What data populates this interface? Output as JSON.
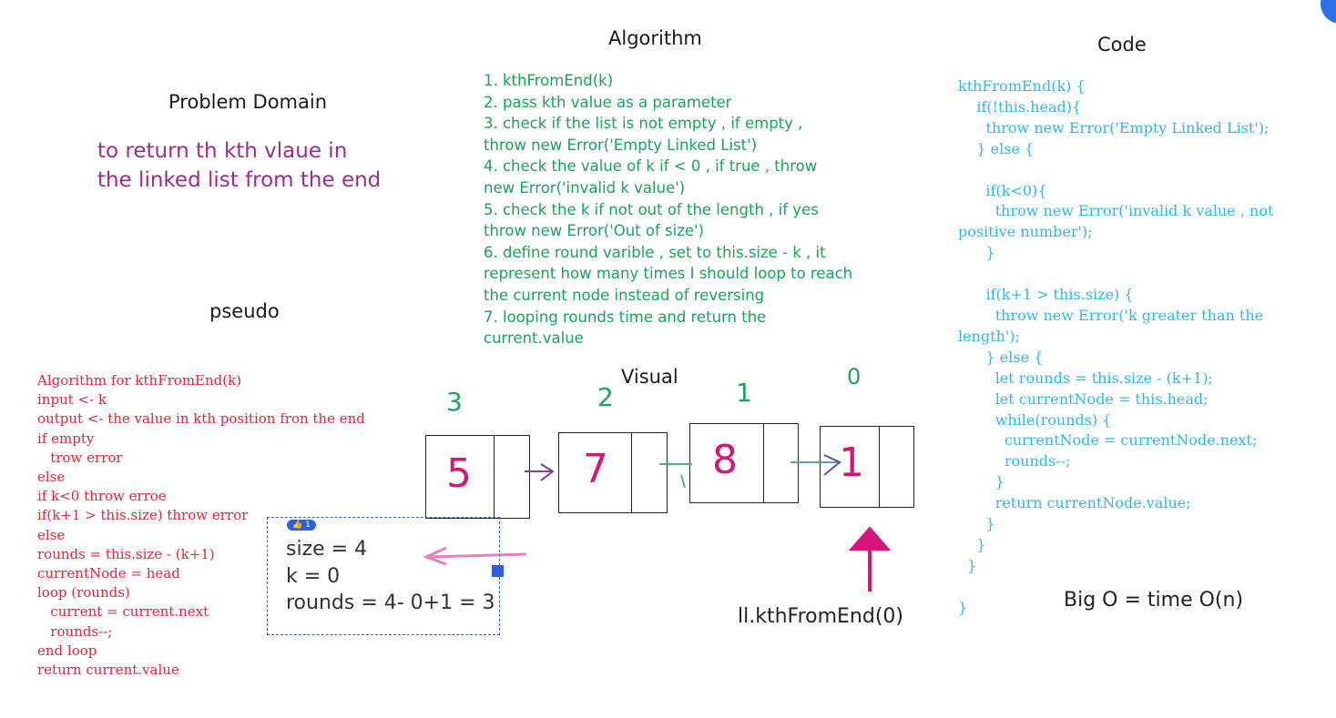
{
  "headings": {
    "algorithm": "Algorithm",
    "code": "Code",
    "problem_domain": "Problem Domain",
    "pseudo": "pseudo",
    "visual": "Visual"
  },
  "problem": {
    "lines": [
      "to return th kth vlaue in",
      "the linked list from the end"
    ]
  },
  "algorithm": {
    "lines": [
      "1. kthFromEnd(k)",
      "2. pass kth value as a parameter",
      "3. check if the list is not empty , if empty ,",
      "throw new Error('Empty Linked List')",
      "4. check the value of k if < 0 , if true , throw",
      "new Error('invalid k value')",
      "5. check the k if not out of the length , if yes",
      "throw new Error('Out of size')",
      "6. define round varible , set to this.size - k , it",
      "represent how many times I should loop to reach",
      "the current node instead of reversing",
      "7. looping rounds time and return the",
      "current.value"
    ]
  },
  "code": {
    "lines": [
      "kthFromEnd(k) {",
      "    if(!this.head){",
      "      throw new Error('Empty Linked List');",
      "    } else {",
      "",
      "      if(k<0){",
      "        throw new Error('invalid k value , not",
      "positive number');",
      "      }",
      "",
      "      if(k+1 > this.size) {",
      "        throw new Error('k greater than the",
      "length');",
      "      } else {",
      "        let rounds = this.size - (k+1);",
      "        let currentNode = this.head;",
      "        while(rounds) {",
      "          currentNode = currentNode.next;",
      "          rounds--;",
      "        }",
      "        return currentNode.value;",
      "      }",
      "    }",
      "  }",
      "",
      "}"
    ]
  },
  "pseudo": {
    "lines": [
      "Algorithm for kthFromEnd(k)",
      "input <- k",
      "output <- the value in kth position fron the end",
      "if empty",
      "   trow error",
      "else",
      "if k<0 throw erroe",
      "if(k+1 > this.size) throw error",
      "else",
      "rounds = this.size - (k+1)",
      "currentNode = head",
      "loop (rounds)",
      "   current = current.next",
      "   rounds--;",
      "end loop",
      "return current.value"
    ]
  },
  "visual": {
    "nodes": [
      {
        "value": "5",
        "index": "3"
      },
      {
        "value": "7",
        "index": "2"
      },
      {
        "value": "8",
        "index": "1"
      },
      {
        "value": "1",
        "index": "0"
      }
    ],
    "note": {
      "badge": "1",
      "lines": [
        "size = 4",
        "k = 0",
        "rounds = 4- 0+1 = 3"
      ]
    },
    "call": "ll.kthFromEnd(0)"
  },
  "big_o": "Big O = time O(n)",
  "colors": {
    "green": "#1aa35a",
    "magenta": "#d6157a",
    "purple": "#9b2d8c",
    "red": "#e0263a",
    "cyan": "#2fb7ea",
    "blue": "#2f5fe0"
  }
}
